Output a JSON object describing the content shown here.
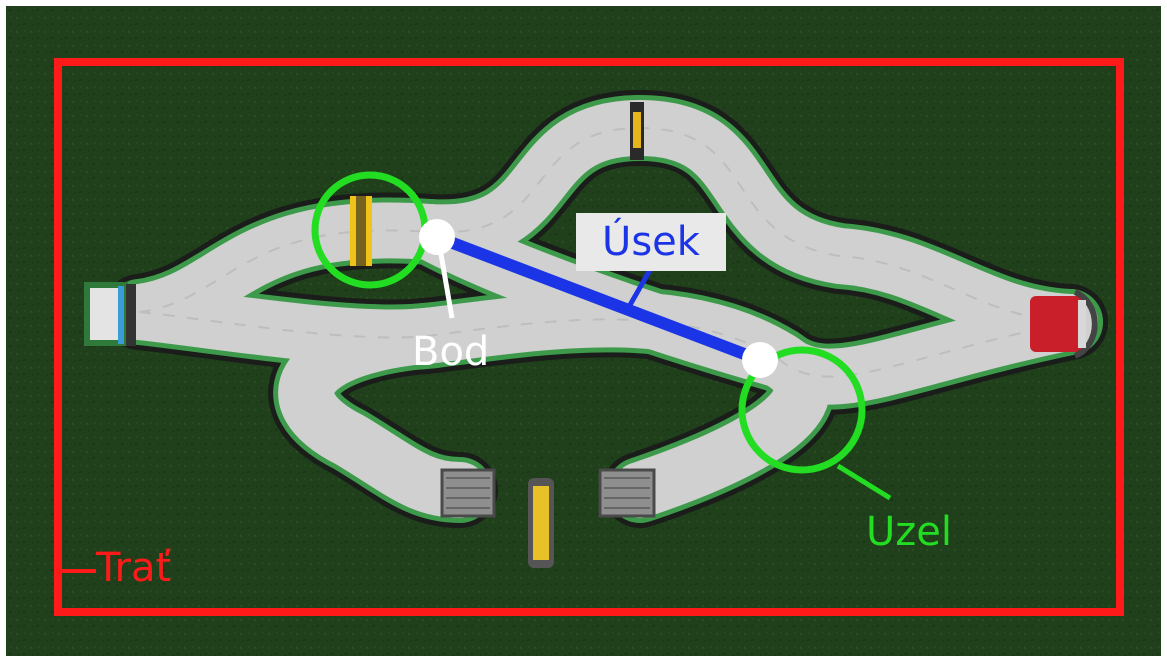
{
  "labels": {
    "segment": "Úsek",
    "point": "Bod",
    "node": "Uzel",
    "track": "Trať"
  },
  "colors": {
    "grass": "#1f3d1a",
    "track_frame": "#ff1a1a",
    "node_circle": "#22dd22",
    "segment_line": "#1b35e6",
    "point_marker": "#ffffff",
    "road": "#cfd0cf",
    "rail": "#3d9a4a"
  },
  "icons": [
    "start-gate-icon",
    "finish-gate-icon",
    "bridge-ramp-icon",
    "checkpoint-arch-icon"
  ]
}
